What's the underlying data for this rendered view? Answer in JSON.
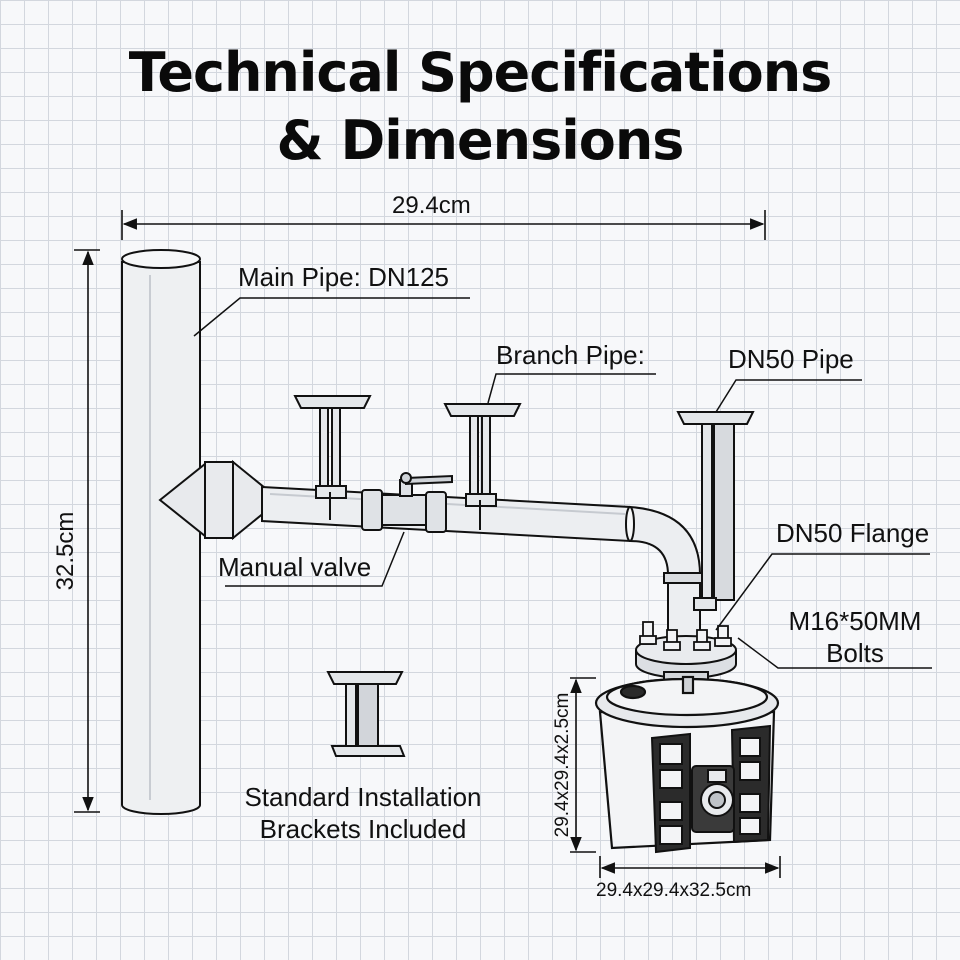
{
  "title": {
    "line1": "Technical Specifications",
    "line2": "& Dimensions"
  },
  "dimensions": {
    "overall_width": "29.4cm",
    "overall_height": "32.5cm",
    "unit_height": "29.4x29.4x2.5cm",
    "unit_width": "29.4x29.4x32.5cm"
  },
  "labels": {
    "main_pipe": "Main Pipe: DN125",
    "branch_pipe": "Branch Pipe:",
    "dn50_pipe": "DN50 Pipe",
    "dn50_flange": "DN50 Flange",
    "bolts_line1": "M16*50MM",
    "bolts_line2": "Bolts",
    "manual_valve": "Manual valve",
    "brackets_line1": "Standard Installation",
    "brackets_line2": "Brackets Included"
  }
}
